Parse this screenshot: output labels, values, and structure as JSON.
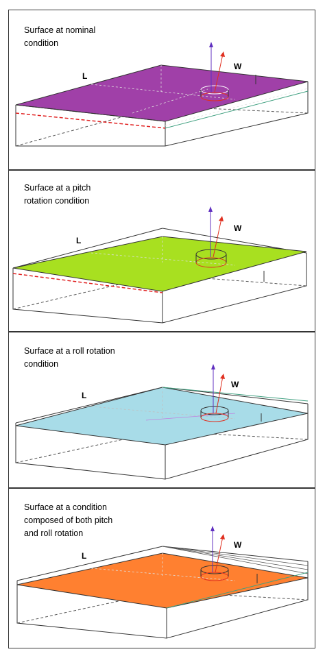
{
  "panels": [
    {
      "caption": "Surface at nominal\ncondition",
      "surface_color": "#a040a8",
      "label_l": "L",
      "label_w": "W"
    },
    {
      "caption": "Surface at a pitch\nrotation condition",
      "surface_color": "#a8e020",
      "label_l": "L",
      "label_w": "W"
    },
    {
      "caption": "Surface at a roll rotation\ncondition",
      "surface_color": "#a8dce8",
      "label_l": "L",
      "label_w": "W"
    },
    {
      "caption": "Surface at a condition\ncomposed of both pitch\nand roll rotation",
      "surface_color": "#ff8030",
      "label_l": "L",
      "label_w": "W"
    }
  ],
  "colors": {
    "frame": "#333333",
    "dashed_red": "#e02020",
    "arrow_purple": "#6030c0",
    "arrow_red": "#e03020",
    "aux_green": "#40a080"
  }
}
